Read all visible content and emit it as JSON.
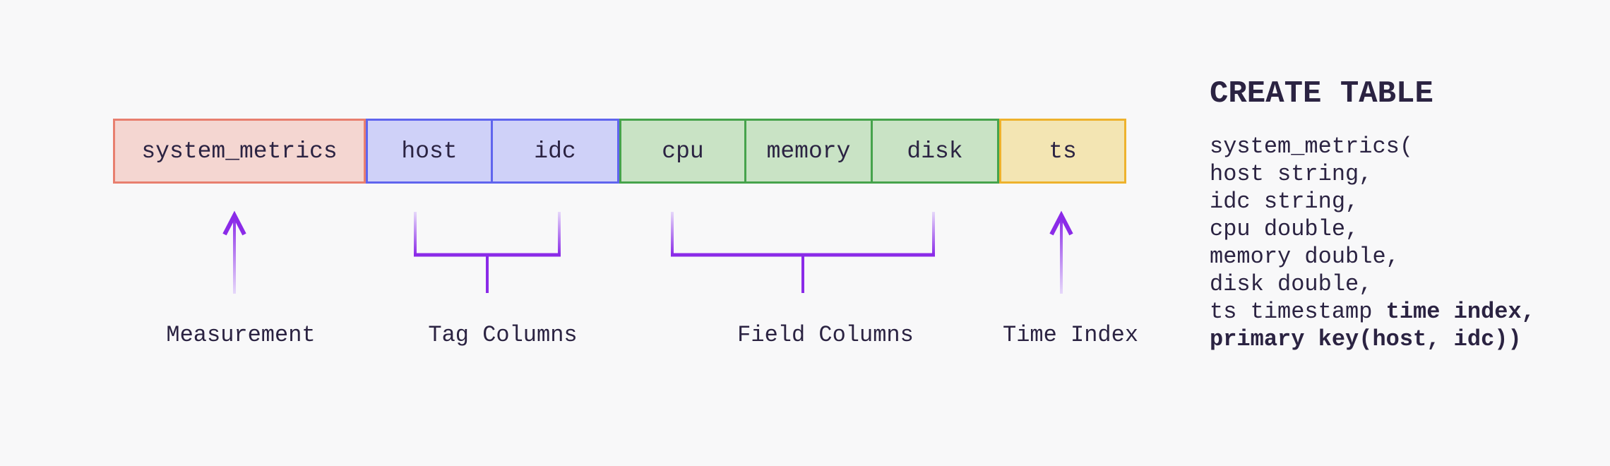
{
  "diagram": {
    "boxes": [
      {
        "label": "system_metrics",
        "role": "measurement"
      },
      {
        "label": "host",
        "role": "tag"
      },
      {
        "label": "idc",
        "role": "tag"
      },
      {
        "label": "cpu",
        "role": "field"
      },
      {
        "label": "memory",
        "role": "field"
      },
      {
        "label": "disk",
        "role": "field"
      },
      {
        "label": "ts",
        "role": "time-index"
      }
    ],
    "annotations": [
      {
        "label": "Measurement",
        "marker": "up-arrow"
      },
      {
        "label": "Tag Columns",
        "marker": "bracket"
      },
      {
        "label": "Field Columns",
        "marker": "bracket"
      },
      {
        "label": "Time Index",
        "marker": "up-arrow"
      }
    ]
  },
  "sql": {
    "title": "CREATE TABLE",
    "lines": [
      {
        "normal": "system_metrics(",
        "bold": ""
      },
      {
        "normal": "host string,",
        "bold": ""
      },
      {
        "normal": "idc string,",
        "bold": ""
      },
      {
        "normal": "cpu double,",
        "bold": ""
      },
      {
        "normal": "memory double,",
        "bold": ""
      },
      {
        "normal": "disk double,",
        "bold": ""
      },
      {
        "normal": "ts timestamp ",
        "bold": "time index,"
      },
      {
        "normal": "",
        "bold": "primary key(host, idc))"
      }
    ]
  },
  "colors": {
    "bg": "#f8f8f9",
    "ink": "#2b2342",
    "measurement-fill": "#f4d6d1",
    "measurement-border": "#e87f6f",
    "tag-fill": "#cfd1f8",
    "tag-border": "#6065ee",
    "field-fill": "#c9e3c5",
    "field-border": "#46a34c",
    "time-fill": "#f3e5b3",
    "time-border": "#eeb22d",
    "accent-purple": "#8b2be8",
    "accent-purple-faded": "#e6d8fa"
  }
}
